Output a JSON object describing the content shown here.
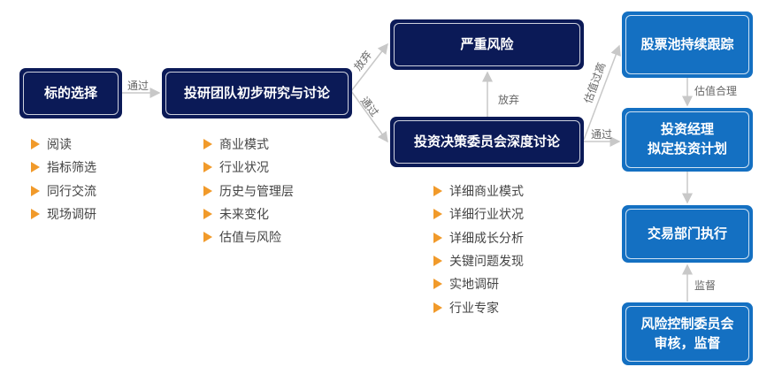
{
  "boxes": {
    "target_selection": "标的选择",
    "team_research": "投研团队初步研究与讨论",
    "serious_risk": "严重风险",
    "committee": "投资决策委员会深度讨论",
    "stock_pool": "股票池持续跟踪",
    "manager_line1": "投资经理",
    "manager_line2": "拟定投资计划",
    "trading": "交易部门执行",
    "risk_line1": "风险控制委员会",
    "risk_line2": "审核，监督"
  },
  "edges": {
    "pass1": "通过",
    "abandon1": "放弃",
    "pass2": "通过",
    "abandon2": "放弃",
    "overvalued": "估值过高",
    "pass3": "通过",
    "fair_value": "估值合理",
    "supervise": "监督"
  },
  "lists": {
    "selection": [
      "阅读",
      "指标筛选",
      "同行交流",
      "现场调研"
    ],
    "research": [
      "商业模式",
      "行业状况",
      "历史与管理层",
      "未来变化",
      "估值与风险"
    ],
    "committee": [
      "详细商业模式",
      "详细行业状况",
      "详细成长分析",
      "关键问题发现",
      "实地调研",
      "行业专家"
    ]
  },
  "colors": {
    "navy": "#0b1a57",
    "blue": "#1470c2",
    "bullet": "#f19a2a",
    "arrow": "#c8c8c8"
  }
}
